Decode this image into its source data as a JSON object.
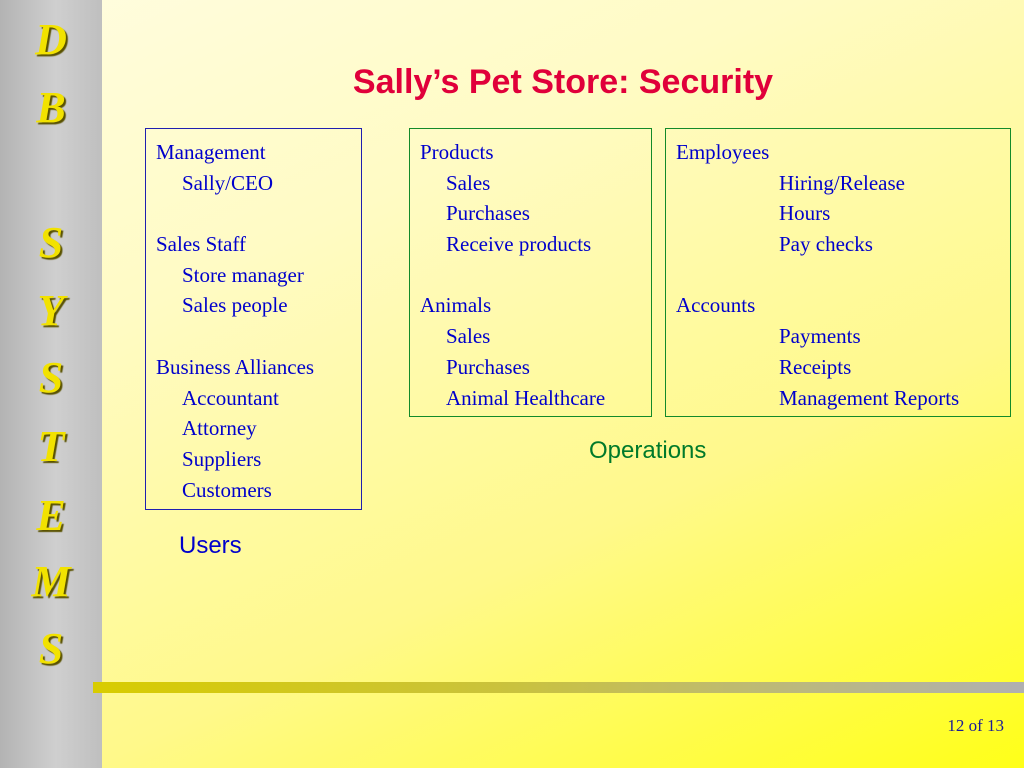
{
  "slide": {
    "title": "Sally’s Pet Store: Security",
    "sidebar_letters": [
      "D",
      "B",
      "",
      "S",
      "Y",
      "S",
      "T",
      "E",
      "M",
      "S"
    ],
    "colors": {
      "title": "#e0003a",
      "users_text": "#0000cc",
      "operations_text": "#007a2a",
      "sidebar_letters": "#f2e200"
    }
  },
  "users_box": {
    "lines": [
      {
        "text": "Management",
        "level": 0
      },
      {
        "text": "Sally/CEO",
        "level": 1
      },
      {
        "text": "",
        "level": 0
      },
      {
        "text": "Sales Staff",
        "level": 0
      },
      {
        "text": "Store manager",
        "level": 1
      },
      {
        "text": "Sales people",
        "level": 1
      },
      {
        "text": "",
        "level": 0
      },
      {
        "text": "Business Alliances",
        "level": 0
      },
      {
        "text": "Accountant",
        "level": 1
      },
      {
        "text": "Attorney",
        "level": 1
      },
      {
        "text": "Suppliers",
        "level": 1
      },
      {
        "text": "Customers",
        "level": 1
      }
    ],
    "caption": "Users"
  },
  "products_box": {
    "lines": [
      {
        "text": "Products",
        "level": 0
      },
      {
        "text": "Sales",
        "level": 1
      },
      {
        "text": "Purchases",
        "level": 1
      },
      {
        "text": "Receive products",
        "level": 1
      },
      {
        "text": "",
        "level": 0
      },
      {
        "text": "Animals",
        "level": 0
      },
      {
        "text": "Sales",
        "level": 1
      },
      {
        "text": "Purchases",
        "level": 1
      },
      {
        "text": "Animal Healthcare",
        "level": 1
      }
    ]
  },
  "employees_box": {
    "lines": [
      {
        "text": "Employees",
        "level": 0
      },
      {
        "text": "Hiring/Release",
        "level": 2
      },
      {
        "text": "Hours",
        "level": 2
      },
      {
        "text": "Pay checks",
        "level": 2
      },
      {
        "text": "",
        "level": 0
      },
      {
        "text": "Accounts",
        "level": 0
      },
      {
        "text": "Payments",
        "level": 2
      },
      {
        "text": "Receipts",
        "level": 2
      },
      {
        "text": "Management Reports",
        "level": 2
      }
    ]
  },
  "operations_caption": "Operations",
  "footer": {
    "page_current": "12",
    "page_of": "of",
    "page_total": "13"
  }
}
